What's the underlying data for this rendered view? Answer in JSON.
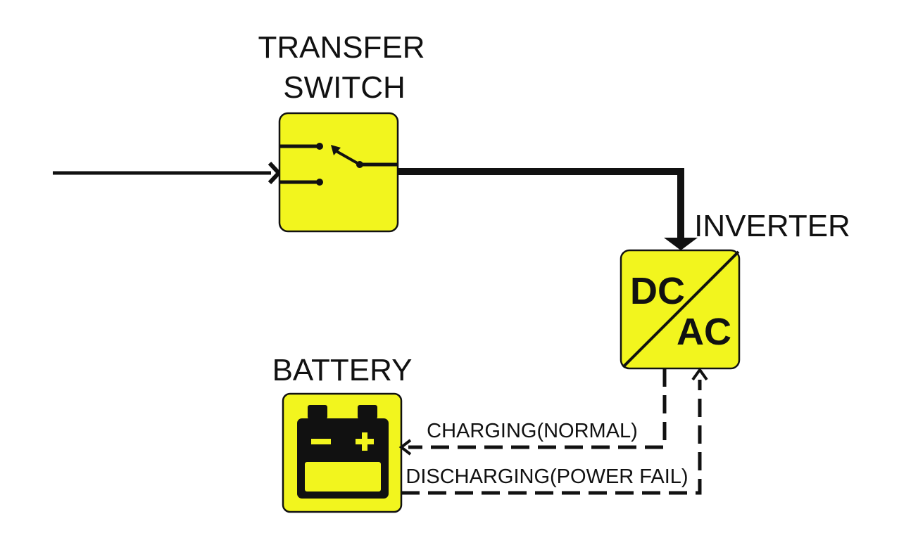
{
  "labels": {
    "transfer_switch_line1": "TRANSFER",
    "transfer_switch_line2": "SWITCH",
    "inverter": "INVERTER",
    "battery": "BATTERY",
    "dc": "DC",
    "ac": "AC",
    "charging": "CHARGING(NORMAL)",
    "discharging": "DISCHARGING(POWER FAIL)",
    "battery_minus": "−",
    "battery_plus": "+"
  },
  "colors": {
    "box_fill": "#f2f51e",
    "stroke": "#111111",
    "background": "#ffffff"
  },
  "icons": {
    "transfer_switch": "switch-symbol-icon",
    "battery": "battery-icon"
  }
}
